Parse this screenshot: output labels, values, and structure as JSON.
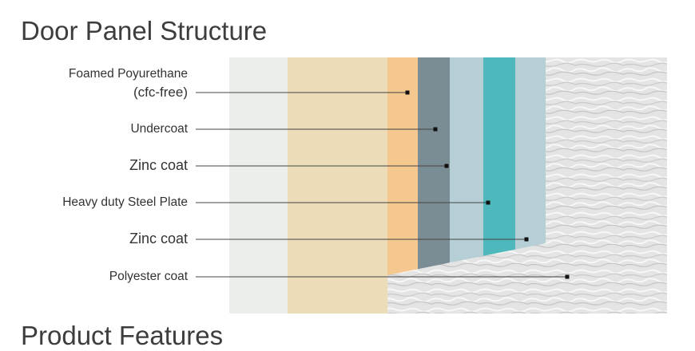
{
  "diagram": {
    "title": "Door Panel Structure",
    "footer_heading": "Product Features",
    "layers": [
      {
        "label_line1": "Foamed Poyurethane",
        "label_line2": "(cfc-free)",
        "color": "#f4c88f"
      },
      {
        "label_line1": "Undercoat",
        "color": "#7b8d94"
      },
      {
        "label_line1": "Zinc coat",
        "color": "#b6cfd6"
      },
      {
        "label_line1": "Heavy duty Steel Plate",
        "color": "#4eb8bc"
      },
      {
        "label_line1": "Zinc coat",
        "color": "#b6cfd6"
      },
      {
        "label_line1": "Polyester coat",
        "color": "#e6e6e6"
      }
    ],
    "colors": {
      "outer_light": "#eceeec",
      "beige": "#ecdcb8",
      "leader_line": "#444444",
      "texture": "#e2e2e2"
    }
  }
}
